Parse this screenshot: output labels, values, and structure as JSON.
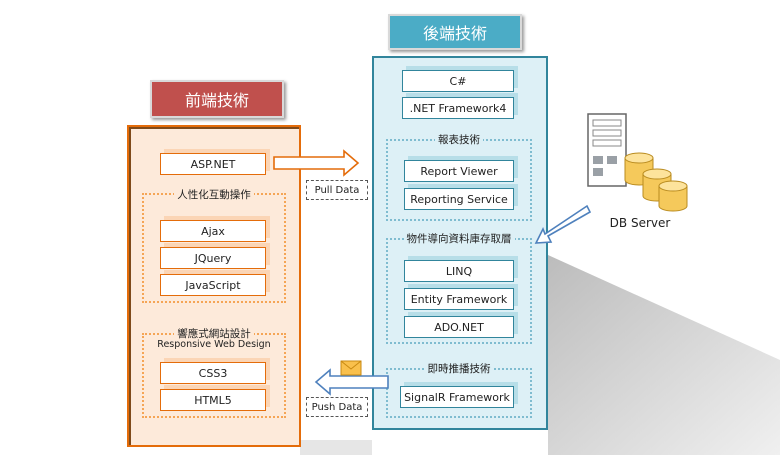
{
  "frontend": {
    "title": "前端技術",
    "items": [
      "ASP.NET"
    ],
    "group_interactive": {
      "label": "人性化互動操作",
      "items": [
        "Ajax",
        "JQuery",
        "JavaScript"
      ]
    },
    "group_responsive": {
      "label": "響應式網站設計",
      "sublabel": "Responsive Web Design",
      "items": [
        "CSS3",
        "HTML5"
      ]
    }
  },
  "backend": {
    "title": "後端技術",
    "items": [
      "C#",
      ".NET Framework4"
    ],
    "group_report": {
      "label": "報表技術",
      "items": [
        "Report Viewer",
        "Reporting Service"
      ]
    },
    "group_orm": {
      "label": "物件導向資料庫存取層",
      "items": [
        "LINQ",
        "Entity Framework",
        "ADO.NET"
      ]
    },
    "group_push": {
      "label": "即時推播技術",
      "items": [
        "SignalR Framework"
      ]
    }
  },
  "connectors": {
    "pull": "Pull Data",
    "push": "Push Data"
  },
  "db": {
    "label": "DB Server"
  },
  "colors": {
    "front_title": "#c0504d",
    "back_title": "#4bacc6",
    "front_border": "#e46c0a",
    "back_border": "#31859c"
  },
  "icons": [
    "server-tower-icon",
    "database-cylinders-icon",
    "envelope-icon"
  ]
}
